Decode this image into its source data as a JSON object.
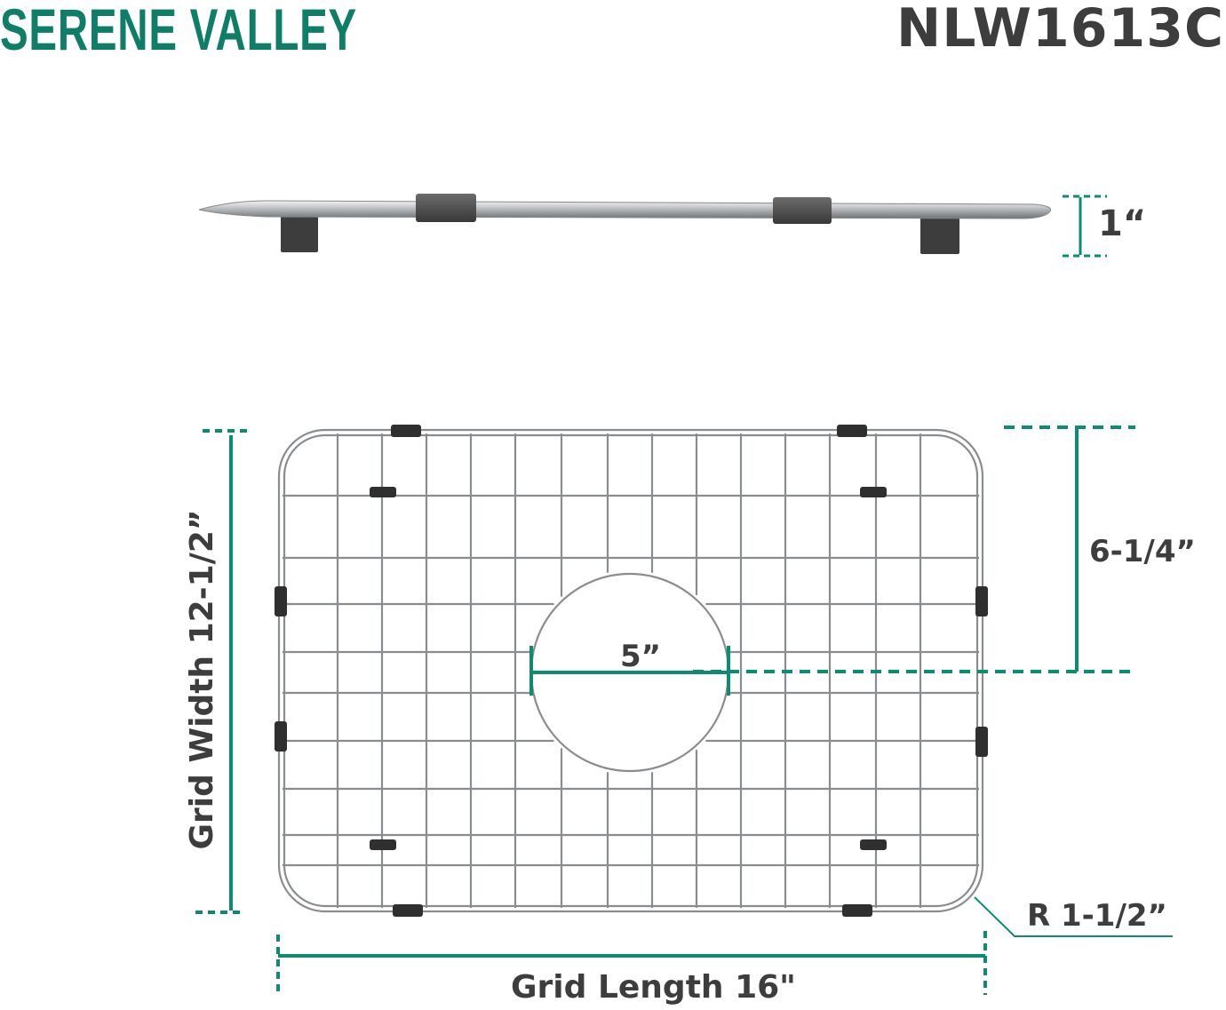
{
  "header": {
    "brand": "SERENE VALLEY",
    "model": "NLW1613C"
  },
  "dimensions": {
    "height": "1“",
    "drain_offset": "6-1/4”",
    "drain_diameter": "5”",
    "grid_width": "Grid Width 12-1/2”",
    "grid_length": "Grid Length 16\"",
    "corner_radius": "R 1-1/2”"
  },
  "colors": {
    "accent": "#0e8c72",
    "brand": "#0e7f66",
    "text": "#3d3d3d",
    "wire": "#8a8d90",
    "foot": "#3b3b3b"
  }
}
